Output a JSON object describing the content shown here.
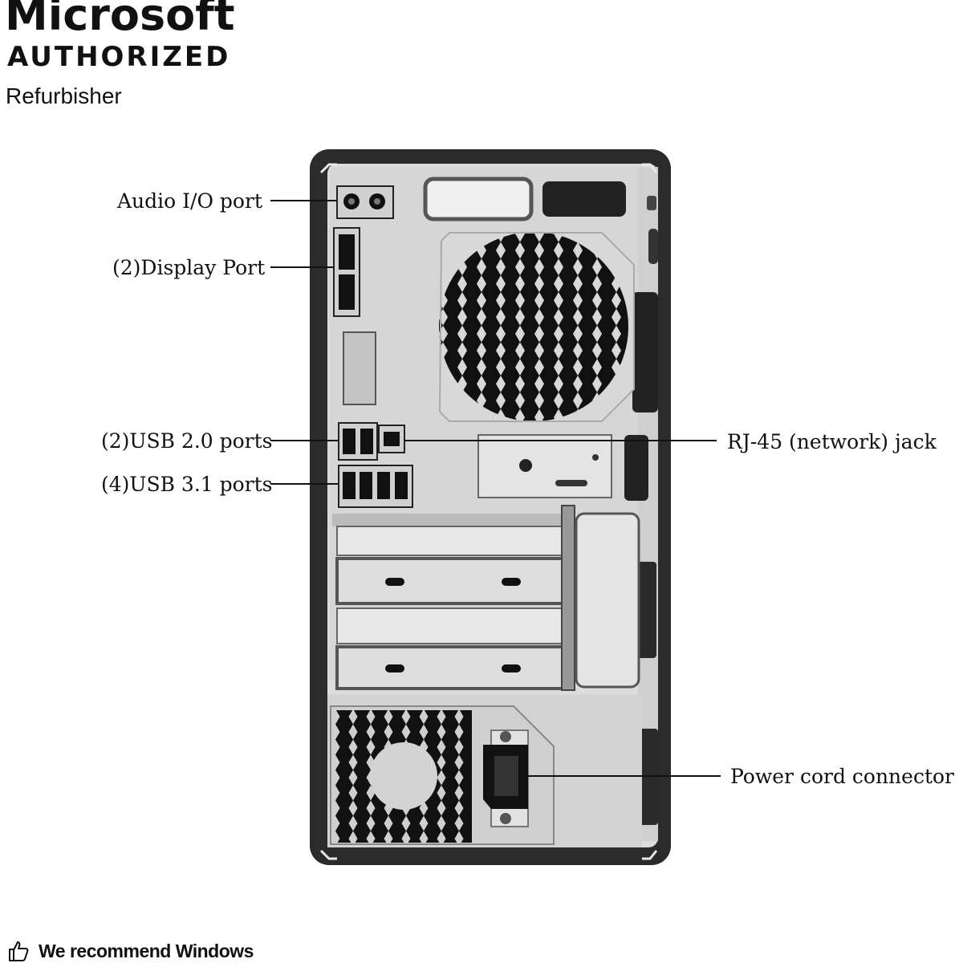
{
  "logo": {
    "line1": "Microsoft",
    "line2": "AUTHORIZED",
    "line3": "Refurbisher"
  },
  "callouts": {
    "audio": "Audio I/O port",
    "display": "(2)Display Port",
    "usb2": "(2)USB 2.0 ports",
    "usb3": "(4)USB 3.1 ports",
    "rj45": "RJ-45 (network) jack",
    "power": "Power cord connector"
  },
  "footer": {
    "text": "We recommend Windows",
    "icon": "thumbs-up-icon"
  },
  "colors": {
    "case_frame": "#2b2b2b",
    "panel": "#d9d9d9",
    "metal_dark": "#1a1a1a",
    "metal_mid": "#bdbdbd",
    "leader_line": "#111111"
  }
}
